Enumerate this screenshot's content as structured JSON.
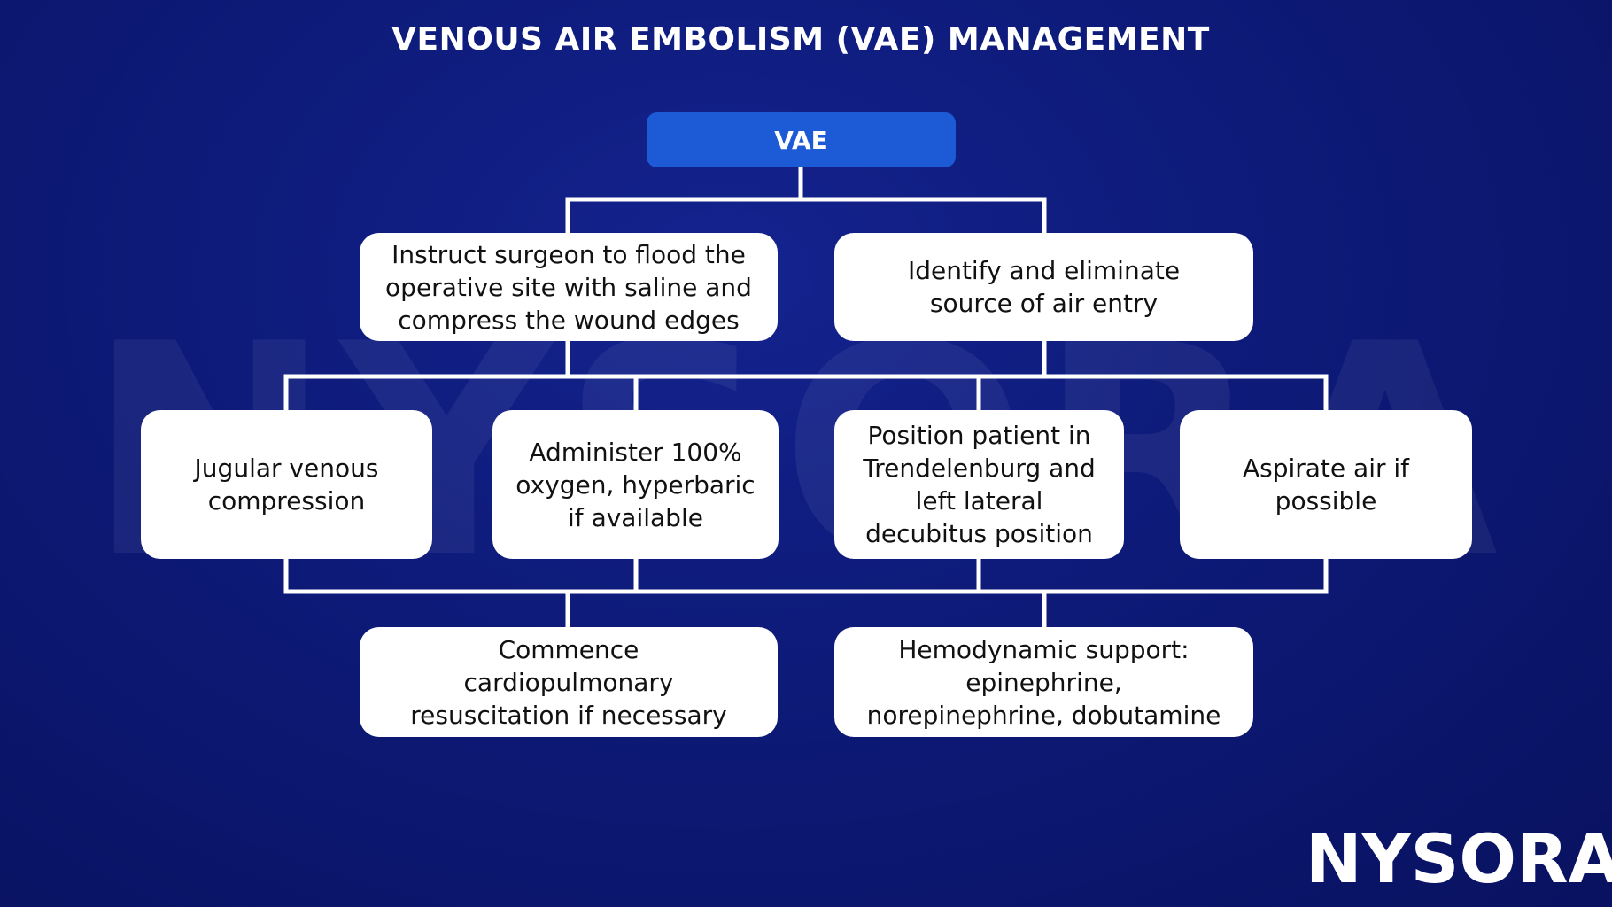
{
  "title": "VENOUS AIR EMBOLISM (VAE) MANAGEMENT",
  "root": "VAE",
  "level1": [
    "Instruct surgeon to flood the operative site with saline and compress the wound edges",
    "Identify and eliminate source of air entry"
  ],
  "level2": [
    "Jugular venous compression",
    "Administer 100% oxygen, hyperbaric if available",
    "Position patient in Trendelenburg and left lateral decubitus position",
    "Aspirate air if possible"
  ],
  "level3": [
    "Commence cardiopulmonary resuscitation if necessary",
    "Hemodynamic support: epinephrine, norepinephrine, dobutamine"
  ],
  "watermark": "NYSORA",
  "logo": "NYSORA",
  "logo_mark": "®",
  "colors": {
    "background": "#0d1a78",
    "root_box": "#1c5ad6",
    "box": "#ffffff",
    "connector": "#ffffff"
  }
}
